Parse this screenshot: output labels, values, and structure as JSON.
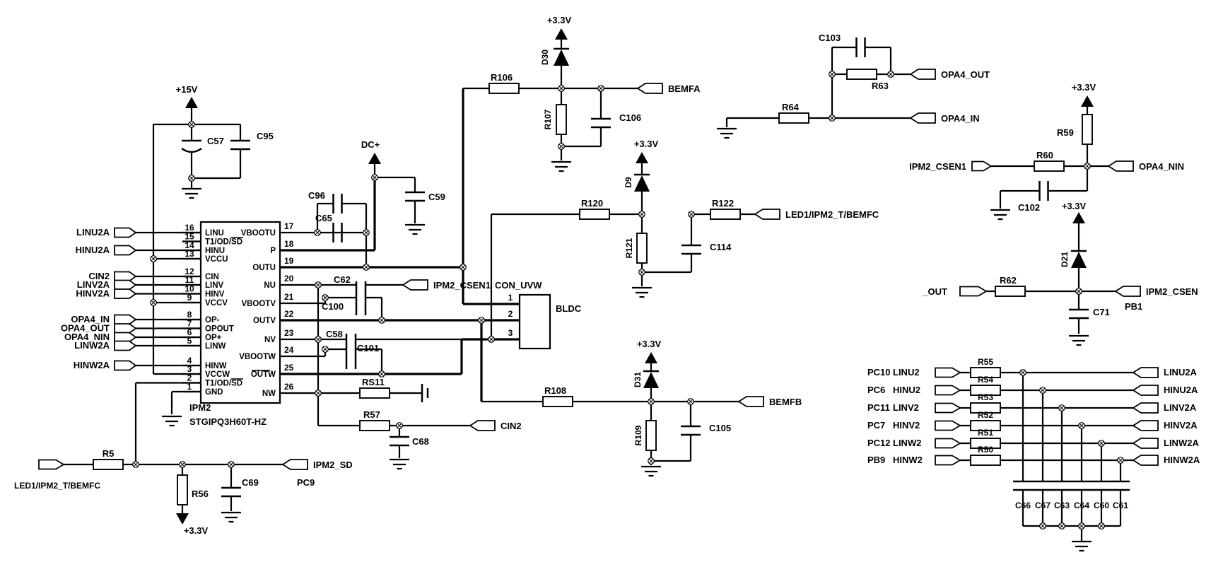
{
  "power": {
    "p15": "+15V",
    "p33": "+3.3V",
    "dc": "DC+"
  },
  "ic": {
    "refdes": "IPM2",
    "part": "STGIPQ3H60T-HZ",
    "left_pins": [
      {
        "num": "16",
        "name": "LINU"
      },
      {
        "num": "15",
        "name": "T1/OD/SD"
      },
      {
        "num": "14",
        "name": "HINU"
      },
      {
        "num": "13",
        "name": "VCCU"
      },
      {
        "num": "12",
        "name": "CIN"
      },
      {
        "num": "11",
        "name": "LINV"
      },
      {
        "num": "10",
        "name": "HINV"
      },
      {
        "num": "9",
        "name": "VCCV"
      },
      {
        "num": "8",
        "name": "OP-"
      },
      {
        "num": "7",
        "name": "OPOUT"
      },
      {
        "num": "6",
        "name": "OP+"
      },
      {
        "num": "5",
        "name": "LINW"
      },
      {
        "num": "4",
        "name": "HINW"
      },
      {
        "num": "3",
        "name": "VCCW"
      },
      {
        "num": "2",
        "name": "T1/OD/SD"
      },
      {
        "num": "1",
        "name": "GND"
      }
    ],
    "right_pins": [
      {
        "num": "17",
        "name": "VBOOTU"
      },
      {
        "num": "18",
        "name": "P"
      },
      {
        "num": "19",
        "name": "OUTU"
      },
      {
        "num": "20",
        "name": "NU"
      },
      {
        "num": "21",
        "name": "VBOOTV"
      },
      {
        "num": "22",
        "name": "OUTV"
      },
      {
        "num": "23",
        "name": "NV"
      },
      {
        "num": "24",
        "name": "VBOOTW"
      },
      {
        "num": "25",
        "name": "OUTW"
      },
      {
        "num": "26",
        "name": "NW"
      }
    ]
  },
  "connector": {
    "refdes": "CON_UVW",
    "name": "BLDC",
    "pins": [
      "1",
      "2",
      "3"
    ]
  },
  "left_ports": {
    "linu2a": "LINU2A",
    "hinu2a": "HINU2A",
    "cin2": "CIN2",
    "linv2a": "LINV2A",
    "hinv2a": "HINV2A",
    "opa4_in": "OPA4_IN",
    "opa4_out": "OPA4_OUT",
    "opa4_nin": "OPA4_NIN",
    "linw2a": "LINW2A",
    "hinw2a": "HINW2A"
  },
  "nets": {
    "bemfa": "BEMFA",
    "bemfb": "BEMFB",
    "ipm2_csen1": "IPM2_CSEN1",
    "ipm2_csen": "IPM2_CSEN",
    "led1_ipm2_t_bemfc": "LED1/IPM2_T/BEMFC",
    "opa4_out": "OPA4_OUT",
    "opa4_in": "OPA4_IN",
    "opa4_nin": "OPA4_NIN",
    "out": "_OUT",
    "pb1": "PB1",
    "ipm2_sd": "IPM2_SD",
    "pc9": "PC9",
    "cin2": "CIN2"
  },
  "refs": {
    "c57": "C57",
    "c95": "C95",
    "c96": "C96",
    "c65": "C65",
    "c59": "C59",
    "c62": "C62",
    "c100": "C100",
    "c58": "C58",
    "c101": "C101",
    "rs11": "RS11",
    "r57": "R57",
    "c68": "C68",
    "r106": "R106",
    "d30": "D30",
    "r107": "R107",
    "c106": "C106",
    "r120": "R120",
    "d9": "D9",
    "r121": "R121",
    "c114": "C114",
    "r122": "R122",
    "r108": "R108",
    "d31": "D31",
    "r109": "R109",
    "c105": "C105",
    "c103": "C103",
    "r63": "R63",
    "r64": "R64",
    "r59": "R59",
    "r60": "R60",
    "c102": "C102",
    "d21": "D21",
    "r62": "R62",
    "c71": "C71",
    "r5": "R5",
    "r56": "R56",
    "c69": "C69"
  },
  "matrix": {
    "rows": [
      {
        "port": "PC10",
        "signal": "LINU2",
        "res": "R55",
        "net": "LINU2A"
      },
      {
        "port": "PC6",
        "signal": "HINU2",
        "res": "R54",
        "net": "HINU2A"
      },
      {
        "port": "PC11",
        "signal": "LINV2",
        "res": "R53",
        "net": "LINV2A"
      },
      {
        "port": "PC7",
        "signal": "HINV2",
        "res": "R52",
        "net": "HINV2A"
      },
      {
        "port": "PC12",
        "signal": "LINW2",
        "res": "R51",
        "net": "LINW2A"
      },
      {
        "port": "PB9",
        "signal": "HINW2",
        "res": "R50",
        "net": "HINW2A"
      }
    ],
    "caps": [
      "C66",
      "C67",
      "C63",
      "C64",
      "C60",
      "C61"
    ]
  }
}
